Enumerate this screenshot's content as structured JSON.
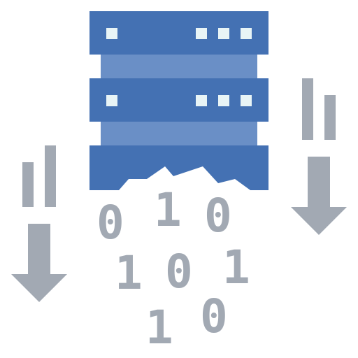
{
  "icon": {
    "name": "server-data-download-icon",
    "colors": {
      "server_body": "#4471b3",
      "server_strip": "#6a8fc6",
      "server_led": "#e8f4f6",
      "arrow_gray": "#a2a9b3"
    }
  },
  "binary": {
    "row1": [
      "0",
      "1",
      "0"
    ],
    "row2": [
      "1",
      "0",
      "1"
    ],
    "row3": [
      "1",
      "0"
    ]
  }
}
